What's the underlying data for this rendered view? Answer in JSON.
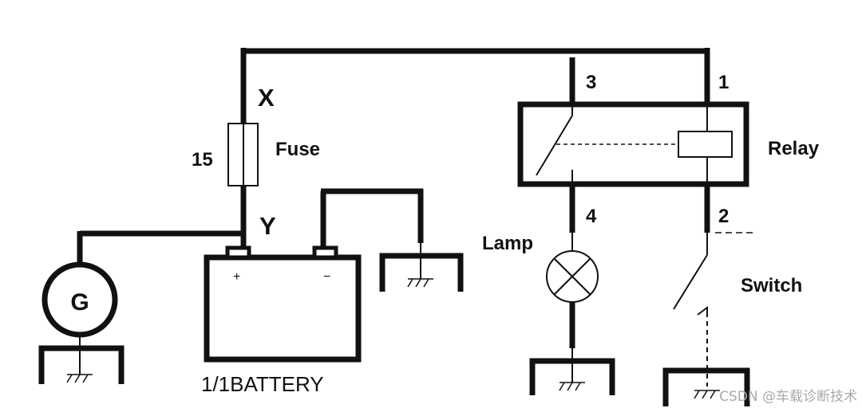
{
  "labels": {
    "node_x": "X",
    "node_y": "Y",
    "fuse_number": "15",
    "fuse": "Fuse",
    "relay": "Relay",
    "lamp": "Lamp",
    "switch": "Switch",
    "battery": "1/1BATTERY",
    "generator": "G",
    "battery_plus": "+",
    "battery_minus": "−",
    "pin_3": "3",
    "pin_1": "1",
    "pin_4": "4",
    "pin_2": "2"
  },
  "watermark": "CSDN @车载诊断技术",
  "colors": {
    "line": "#111111",
    "background": "#ffffff",
    "watermark": "#a9a9a9"
  }
}
